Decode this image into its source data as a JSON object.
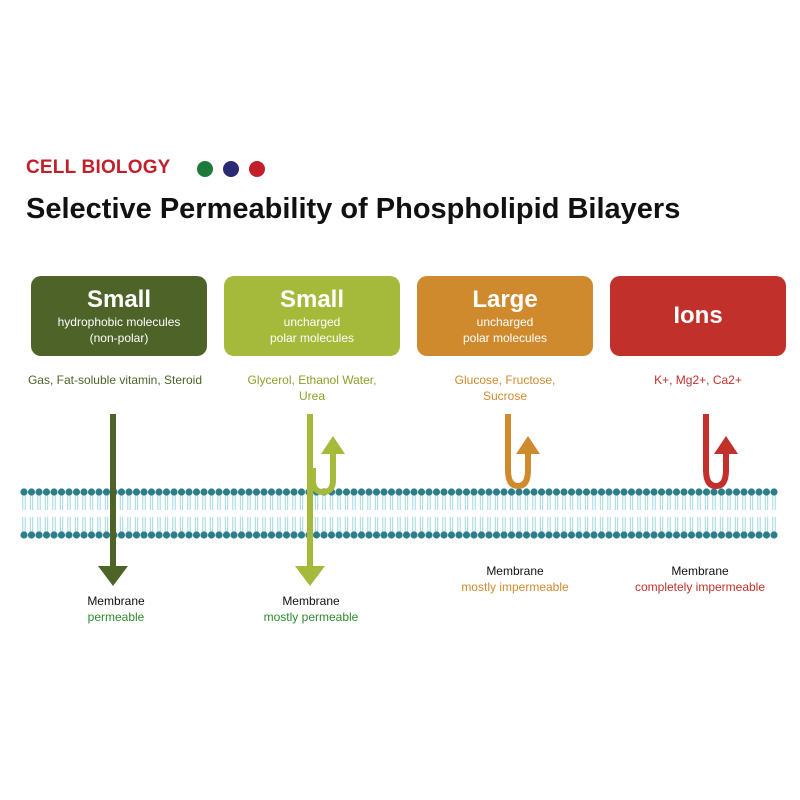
{
  "header": {
    "tag": "CELL BIOLOGY",
    "dots": [
      "#1d7a3a",
      "#2a2a72",
      "#c1202b"
    ],
    "title": "Selective Permeability of Phospholipid Bilayers"
  },
  "colors": {
    "small_hydrophobic": "#4e6328",
    "small_polar": "#a5b93a",
    "large_polar": "#d08a2e",
    "ions": "#c1302a",
    "membrane_head": "#2d7e8a",
    "membrane_tail": "#9fd8e0",
    "status_green": "#2e8a2e"
  },
  "categories": [
    {
      "heading": "Small",
      "line1": "hydrophobic molecules",
      "line2": "(non-polar)",
      "examples": "Gas, Fat-soluble vitamin, Steroid",
      "membrane": "Membrane",
      "status": "permeable"
    },
    {
      "heading": "Small",
      "line1": "uncharged",
      "line2": "polar molecules",
      "examples": "Glycerol, Ethanol Water, Urea",
      "membrane": "Membrane",
      "status": "mostly permeable"
    },
    {
      "heading": "Large",
      "line1": "uncharged",
      "line2": "polar molecules",
      "examples": "Glucose, Fructose, Sucrose",
      "membrane": "Membrane",
      "status": "mostly impermeable"
    },
    {
      "heading": "Ions",
      "line1": "",
      "line2": "",
      "examples": "K+, Mg2+, Ca2+",
      "membrane": "Membrane",
      "status": "completely impermeable"
    }
  ]
}
